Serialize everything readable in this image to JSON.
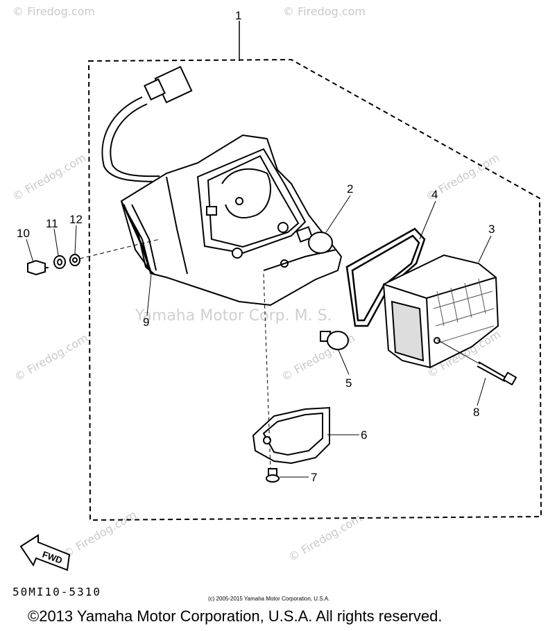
{
  "part_labels": {
    "p1": "1",
    "p2": "2",
    "p3": "3",
    "p4": "4",
    "p5": "5",
    "p6": "6",
    "p7": "7",
    "p8": "8",
    "p9": "9",
    "p10": "10",
    "p11": "11",
    "p12": "12"
  },
  "fwd_label": "FWD",
  "watermark_text": "© Firedog.com",
  "watermark_center": "Yamaha Motor Corp. M. S.",
  "diagram_code": "50MI10-5310",
  "small_copyright": "(c) 2005-2015 Yamaha Motor Corporation, U.S.A.",
  "copyright": "©2013 Yamaha Motor Corporation, U.S.A. All rights reserved."
}
